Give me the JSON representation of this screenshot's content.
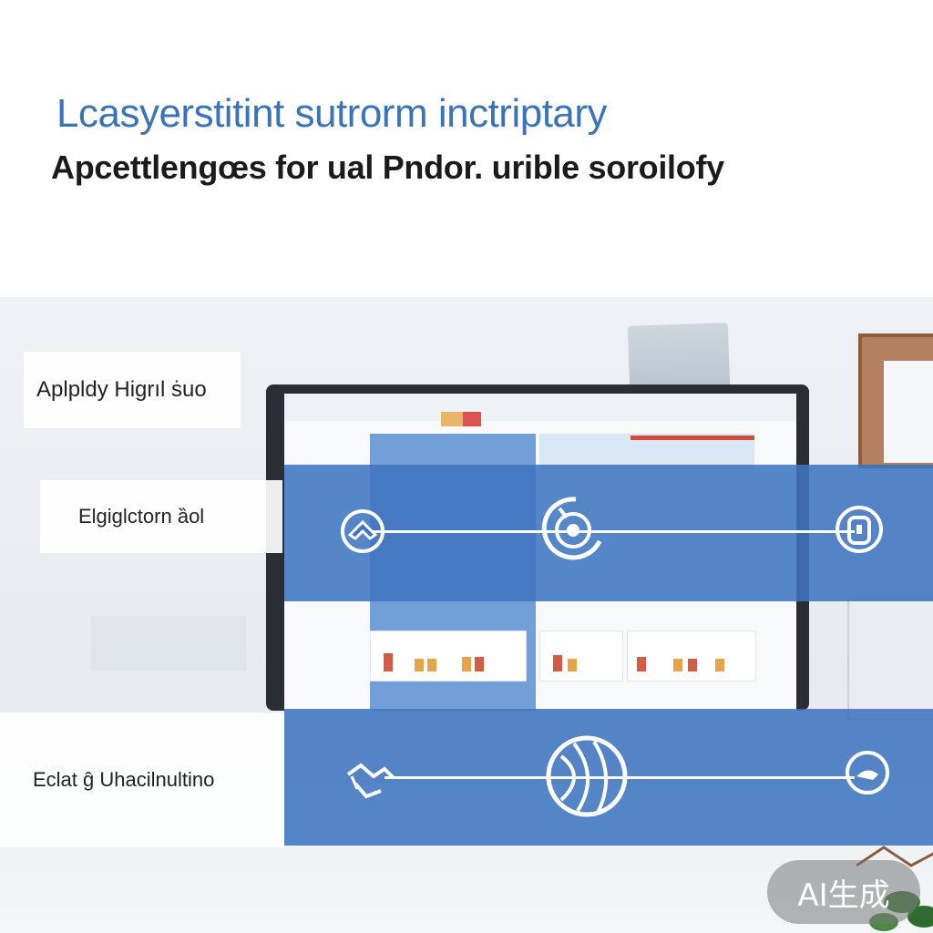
{
  "header": {
    "title": "Lcasyerstitint sutrorm inctriptary",
    "subtitle": "Apcettlengœs for ual Pndor. urible soroilofy"
  },
  "labels": {
    "box1": "Aplpldy Higrıl ṡuo",
    "box2": "Elgiglctorn ȁol",
    "box3": "Eclat ĝ Uhacilnultino"
  },
  "badge": {
    "text": "AI生成"
  },
  "colors": {
    "title": "#3a73b7",
    "band": "#3f75bf",
    "subtitle": "#1b1b1b"
  },
  "icons": {
    "band1": [
      "house-icon",
      "target-icon",
      "lock-icon"
    ],
    "band2": [
      "handshake-icon",
      "globe-icon",
      "chat-bubble-icon"
    ]
  }
}
